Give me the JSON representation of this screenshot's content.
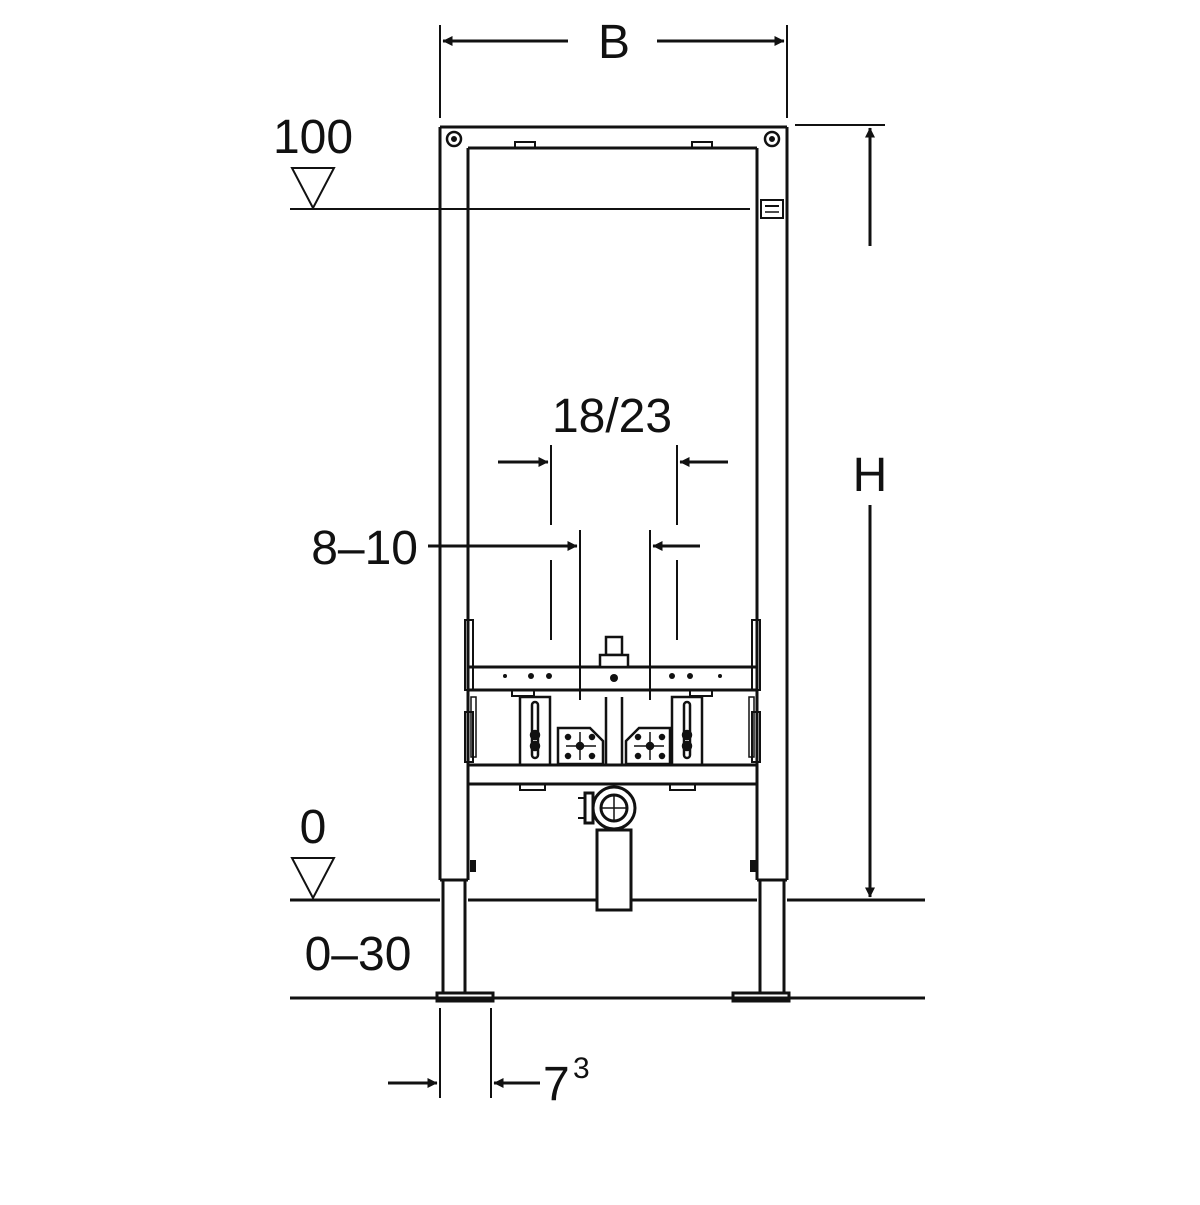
{
  "labels": {
    "width": "B",
    "height": "H",
    "level_top": "100",
    "level_floor": "0",
    "spacing_outer": "18/23",
    "spacing_inner": "8–10",
    "floor_range": "0–30",
    "foot_offset_base": "7",
    "foot_offset_exp": "3"
  },
  "colors": {
    "line": "#111111",
    "background": "#ffffff"
  }
}
